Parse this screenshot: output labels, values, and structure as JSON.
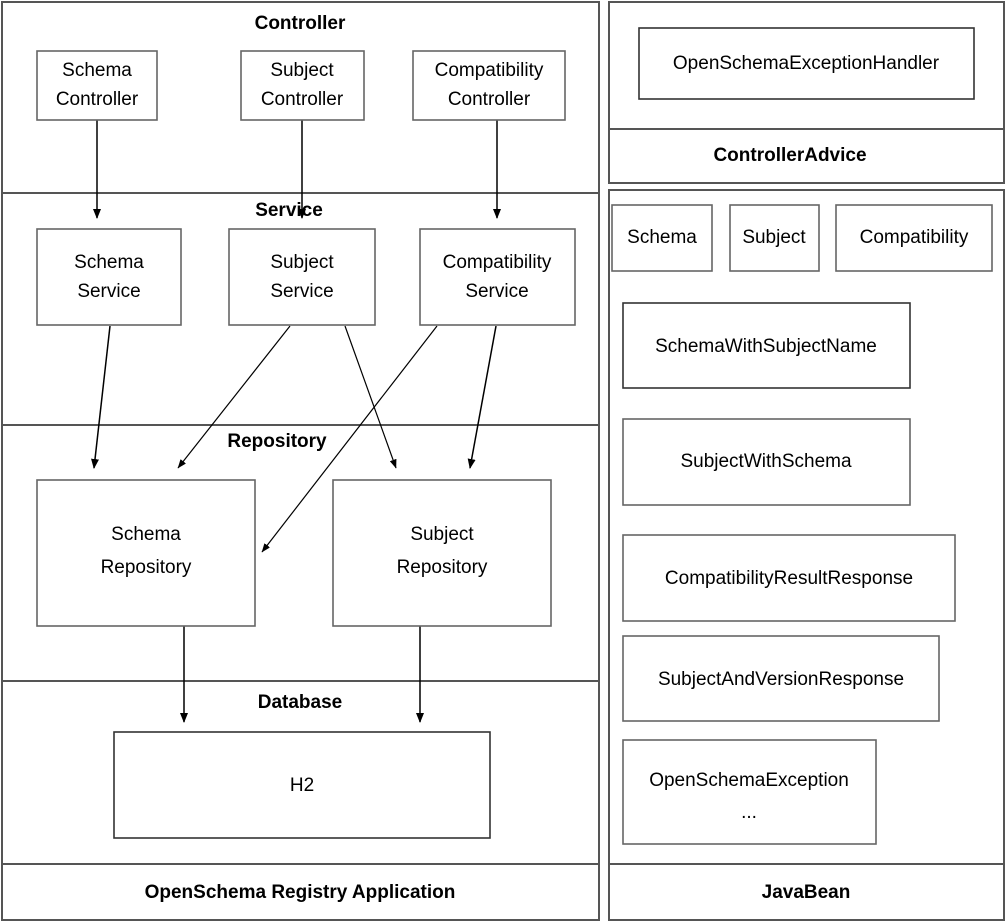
{
  "app": {
    "left_panel_title": "OpenSchema Registry Application",
    "right_top_panel_title": "ControllerAdvice",
    "right_bottom_panel_title": "JavaBean"
  },
  "layers": {
    "controller": {
      "title": "Controller"
    },
    "service": {
      "title": "Service"
    },
    "repository": {
      "title": "Repository"
    },
    "database": {
      "title": "Database"
    }
  },
  "controllers": [
    {
      "line1": "Schema",
      "line2": "Controller"
    },
    {
      "line1": "Subject",
      "line2": "Controller"
    },
    {
      "line1": "Compatibility",
      "line2": "Controller"
    }
  ],
  "services": [
    {
      "line1": "Schema",
      "line2": "Service"
    },
    {
      "line1": "Subject",
      "line2": "Service"
    },
    {
      "line1": "Compatibility",
      "line2": "Service"
    }
  ],
  "repositories": [
    {
      "line1": "Schema",
      "line2": "Repository"
    },
    {
      "line1": "Subject",
      "line2": "Repository"
    }
  ],
  "databases": [
    {
      "line1": "H2"
    }
  ],
  "controller_advice": [
    {
      "line1": "OpenSchemaExceptionHandler"
    }
  ],
  "javabeans": [
    {
      "line1": "Schema"
    },
    {
      "line1": "Subject"
    },
    {
      "line1": "Compatibility"
    },
    {
      "line1": "SchemaWithSubjectName"
    },
    {
      "line1": "SubjectWithSchema"
    },
    {
      "line1": "CompatibilityResultResponse"
    },
    {
      "line1": "SubjectAndVersionResponse"
    },
    {
      "line1": "OpenSchemaException",
      "line2": "..."
    }
  ],
  "colors": {
    "frame": "#555555",
    "box_border": "#666666",
    "arrow": "#000000",
    "background": "#ffffff",
    "text": "#000000"
  }
}
